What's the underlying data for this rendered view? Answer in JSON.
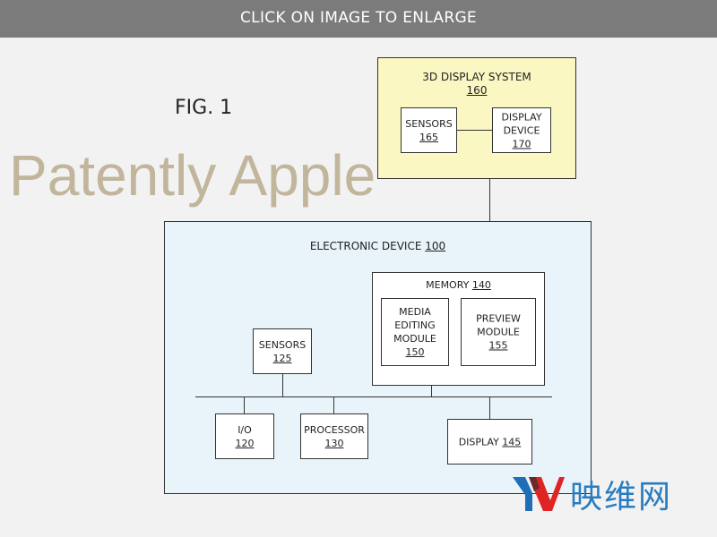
{
  "banner": "CLICK ON IMAGE TO ENLARGE",
  "figure_label": "FIG. 1",
  "system": {
    "title": "3D DISPLAY SYSTEM",
    "num": "160",
    "sensors": {
      "label": "SENSORS",
      "num": "165"
    },
    "display": {
      "label1": "DISPLAY",
      "label2": "DEVICE",
      "num": "170"
    }
  },
  "device": {
    "title": "ELECTRONIC DEVICE",
    "num": "100",
    "memory": {
      "label": "MEMORY",
      "num": "140"
    },
    "media": {
      "l1": "MEDIA",
      "l2": "EDITING",
      "l3": "MODULE",
      "num": "150"
    },
    "preview": {
      "l1": "PREVIEW",
      "l2": "MODULE",
      "num": "155"
    },
    "sensors": {
      "label": "SENSORS",
      "num": "125"
    },
    "io": {
      "label": "I/O",
      "num": "120"
    },
    "processor": {
      "label": "PROCESSOR",
      "num": "130"
    },
    "display": {
      "label": "DISPLAY",
      "num": "145"
    }
  },
  "watermark": "Patently Apple",
  "logo": {
    "mark": "YV",
    "text": "映维网"
  }
}
